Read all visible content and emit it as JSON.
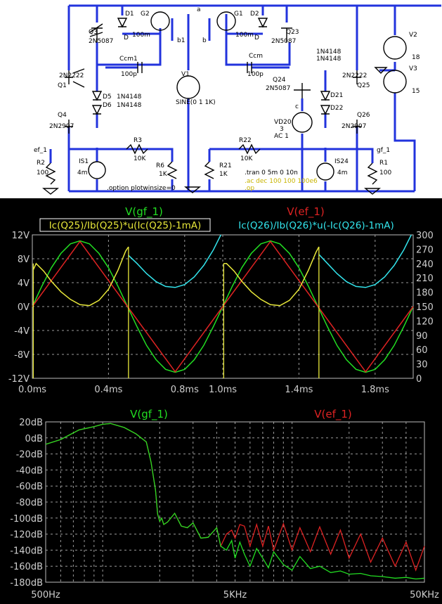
{
  "schematic": {
    "components": {
      "d1": "D1",
      "d2": "D2",
      "g2": "G2",
      "g2_val": "100m",
      "g1": "G1",
      "g1_val": "100m",
      "q3": "Q3",
      "q3_model": "2N5087",
      "q23": "Q23",
      "q23_model": "2N5087",
      "ccm1": "Ccm1",
      "ccm1_val": "100p",
      "ccm": "Ccm",
      "ccm_val": "100p",
      "q1_model": "2N2222",
      "q1": "Q1",
      "q25_model": "2N2222",
      "q25": "Q25",
      "d5": "D5",
      "d6": "D6",
      "d56_model_a": "1N4148",
      "d56_model_b": "1N4148",
      "d2122_model_a": "1N4148",
      "d2122_model_b": "1N4148",
      "d21": "D21",
      "d22": "D22",
      "q4": "Q4",
      "q4_model": "2N2907",
      "q26": "Q26",
      "q26_model": "2N2907",
      "q24": "Q24",
      "q24_model": "2N5087",
      "v1": "V1",
      "v1_val": "SINE(0 1 1K)",
      "vd20": "VD20",
      "vd20_val_a": "3",
      "vd20_val_b": "AC 1",
      "v2": "V2",
      "v2_val": "18",
      "v3": "V3",
      "v3_val": "15",
      "r3": "R3",
      "r3_val": "10K",
      "r22": "R22",
      "r22_val": "10K",
      "r6": "R6",
      "r6_val": "1K",
      "r21": "R21",
      "r21_val": "1K",
      "r2": "R2",
      "r2_val": "100",
      "r1": "R1",
      "r1_val": "100",
      "is1": "IS1",
      "is1_val": "4m",
      "is24": "IS24",
      "is24_val": "4m"
    },
    "nets": {
      "ef1": "ef_1",
      "gf1": "gf_1",
      "a": "a",
      "b": "b",
      "b1": "b1",
      "c": "c",
      "d": "D"
    },
    "directives": {
      "tran": ".tran 0 5m 0 10n",
      "ac": ".ac dec 100 100 100e6",
      "op": ".op",
      "option": ".option plotwinsize=0"
    },
    "colors": {
      "wire": "#2233dd",
      "directive": "#000000",
      "commented_directive": "#c8b400"
    }
  },
  "labels": {
    "plot1_trace_green": "V(gf_1)",
    "plot1_trace_red": "V(ef_1)",
    "plot1_trace_yellow": "Ic(Q25)/Ib(Q25)*u(Ic(Q25)-1mA)",
    "plot1_trace_cyan": "Ic(Q26)/Ib(Q26)*u(-Ic(Q26)-1mA)",
    "plot2_trace_green": "V(gf_1)",
    "plot2_trace_red": "V(ef_1)"
  },
  "chart_data": [
    {
      "type": "line",
      "xlim": [
        0,
        2.0
      ],
      "x_ticks": [
        "0.0ms",
        "0.4ms",
        "0.8ms",
        "1.0ms",
        "1.4ms",
        "1.8ms"
      ],
      "x_tick_values": [
        0,
        0.4,
        0.8,
        1.0,
        1.4,
        1.8
      ],
      "y_left_ticks": [
        "12V",
        "8V",
        "4V",
        "0V",
        "-4V",
        "-8V",
        "-12V"
      ],
      "y_left_tick_values": [
        12,
        8,
        4,
        0,
        -4,
        -8,
        -12
      ],
      "ylim_left": [
        -12,
        12
      ],
      "y_right_ticks": [
        "300",
        "270",
        "240",
        "210",
        "180",
        "150",
        "120",
        "90",
        "60",
        "30",
        "0"
      ],
      "y_right_tick_values": [
        300,
        270,
        240,
        210,
        180,
        150,
        120,
        90,
        60,
        30,
        0
      ],
      "ylim_right": [
        0,
        300
      ],
      "grid": true,
      "series": [
        {
          "name": "V(gf_1)",
          "color": "#22dd22",
          "axis": "left",
          "x": [
            0,
            0.05,
            0.1,
            0.15,
            0.2,
            0.25,
            0.3,
            0.35,
            0.4,
            0.45,
            0.5,
            0.55,
            0.6,
            0.65,
            0.7,
            0.75,
            0.8,
            0.85,
            0.9,
            0.95,
            1.0,
            1.05,
            1.1,
            1.15,
            1.2,
            1.25,
            1.3,
            1.35,
            1.4,
            1.45,
            1.5,
            1.55,
            1.6,
            1.65,
            1.7,
            1.75,
            1.8,
            1.85,
            1.9,
            1.95,
            2.0
          ],
          "y": [
            0,
            3.4,
            6.5,
            8.9,
            10.5,
            11.0,
            10.5,
            8.9,
            6.5,
            3.4,
            0,
            -3.4,
            -6.5,
            -8.9,
            -10.5,
            -11.0,
            -10.5,
            -8.9,
            -6.5,
            -3.4,
            0,
            3.4,
            6.5,
            8.9,
            10.5,
            11.0,
            10.5,
            8.9,
            6.5,
            3.4,
            0,
            -3.4,
            -6.5,
            -8.9,
            -10.5,
            -11.0,
            -10.5,
            -8.9,
            -6.5,
            -3.4,
            0
          ]
        },
        {
          "name": "V(ef_1)",
          "color": "#dd2222",
          "axis": "left",
          "x": [
            0,
            0.25,
            0.5,
            0.75,
            1.0,
            1.25,
            1.5,
            1.75,
            2.0
          ],
          "y": [
            0,
            10.9,
            0,
            -10.9,
            0,
            10.9,
            0,
            -10.9,
            0
          ]
        },
        {
          "name": "Ic(Q25)/Ib(Q25)*u(Ic(Q25)-1mA)",
          "color": "#e8e83a",
          "axis": "right",
          "x": [
            0.005,
            0.02,
            0.06,
            0.1,
            0.15,
            0.2,
            0.25,
            0.3,
            0.35,
            0.4,
            0.45,
            0.49,
            0.505,
            1.005,
            1.02,
            1.06,
            1.1,
            1.15,
            1.2,
            1.25,
            1.3,
            1.35,
            1.4,
            1.45,
            1.49,
            1.505
          ],
          "y": [
            227,
            240,
            224,
            203,
            181,
            165,
            154,
            152,
            163,
            186,
            226,
            266,
            275,
            240,
            240,
            224,
            203,
            181,
            165,
            154,
            152,
            163,
            186,
            226,
            264,
            275
          ]
        },
        {
          "name": "Ic(Q26)/Ib(Q26)*u(-Ic(Q26)-1mA)",
          "color": "#33e6ee",
          "axis": "right",
          "x": [
            0.505,
            0.55,
            0.6,
            0.65,
            0.7,
            0.75,
            0.8,
            0.85,
            0.9,
            0.95,
            0.99,
            1.505,
            1.55,
            1.6,
            1.65,
            1.7,
            1.75,
            1.8,
            1.85,
            1.9,
            1.95,
            1.99
          ],
          "y": [
            257,
            240,
            219,
            202,
            192,
            190,
            196,
            212,
            236,
            268,
            300,
            259,
            240,
            219,
            202,
            192,
            190,
            196,
            212,
            236,
            268,
            300
          ]
        }
      ]
    },
    {
      "type": "line",
      "x_log": true,
      "xlim": [
        500,
        50000
      ],
      "x_ticks": [
        "500Hz",
        "5KHz",
        "50KHz"
      ],
      "x_tick_values": [
        500,
        5000,
        50000
      ],
      "y_ticks": [
        "20dB",
        "0dB",
        "-20dB",
        "-40dB",
        "-60dB",
        "-80dB",
        "-100dB",
        "-120dB",
        "-140dB",
        "-160dB",
        "-180dB"
      ],
      "y_tick_values": [
        20,
        0,
        -20,
        -40,
        -60,
        -80,
        -100,
        -120,
        -140,
        -160,
        -180
      ],
      "ylim": [
        -180,
        20
      ],
      "grid": true,
      "series": [
        {
          "name": "V(gf_1)",
          "color": "#22dd22",
          "x": [
            500,
            600,
            750,
            900,
            1000,
            1100,
            1300,
            1500,
            1700,
            1800,
            1900,
            1950,
            2000,
            2050,
            2100,
            2200,
            2400,
            2600,
            2800,
            3000,
            3300,
            3600,
            4000,
            4200,
            4500,
            4800,
            5000,
            5300,
            5600,
            6000,
            6500,
            7000,
            7500,
            8000,
            9000,
            10000,
            11000,
            12500,
            14000,
            16000,
            18000,
            20000,
            23000,
            26000,
            30000,
            35000,
            40000,
            45000,
            50000
          ],
          "y": [
            -8,
            -2,
            10,
            14,
            17,
            18,
            13,
            5,
            -5,
            -30,
            -65,
            -95,
            -104,
            -100,
            -108,
            -105,
            -94,
            -110,
            -112,
            -106,
            -125,
            -124,
            -112,
            -135,
            -140,
            -128,
            -150,
            -130,
            -145,
            -160,
            -138,
            -150,
            -162,
            -142,
            -158,
            -165,
            -148,
            -163,
            -160,
            -168,
            -166,
            -170,
            -169,
            -172,
            -173,
            -175,
            -174,
            -176,
            -175
          ]
        },
        {
          "name": "V(ef_1)",
          "color": "#dd2222",
          "x": [
            500,
            600,
            750,
            900,
            1000,
            1100,
            1300,
            1500,
            1700,
            1800,
            1900,
            1950,
            2000,
            2050,
            2100,
            2200,
            2400,
            2600,
            2800,
            3000,
            3300,
            3600,
            4000,
            4200,
            4500,
            4800,
            5000,
            5300,
            5600,
            6000,
            6500,
            7000,
            7500,
            8000,
            9000,
            10000,
            11000,
            12500,
            14000,
            16000,
            18000,
            20000,
            23000,
            26000,
            30000,
            35000,
            40000,
            45000,
            50000
          ],
          "y": [
            -8,
            -2,
            10,
            14,
            17,
            18,
            13,
            5,
            -5,
            -30,
            -65,
            -95,
            -104,
            -100,
            -108,
            -105,
            -94,
            -110,
            -112,
            -106,
            -125,
            -124,
            -112,
            -135,
            -120,
            -115,
            -125,
            -108,
            -110,
            -135,
            -108,
            -135,
            -110,
            -140,
            -107,
            -140,
            -112,
            -142,
            -111,
            -145,
            -115,
            -150,
            -120,
            -155,
            -125,
            -160,
            -130,
            -165,
            -135
          ]
        }
      ]
    }
  ]
}
